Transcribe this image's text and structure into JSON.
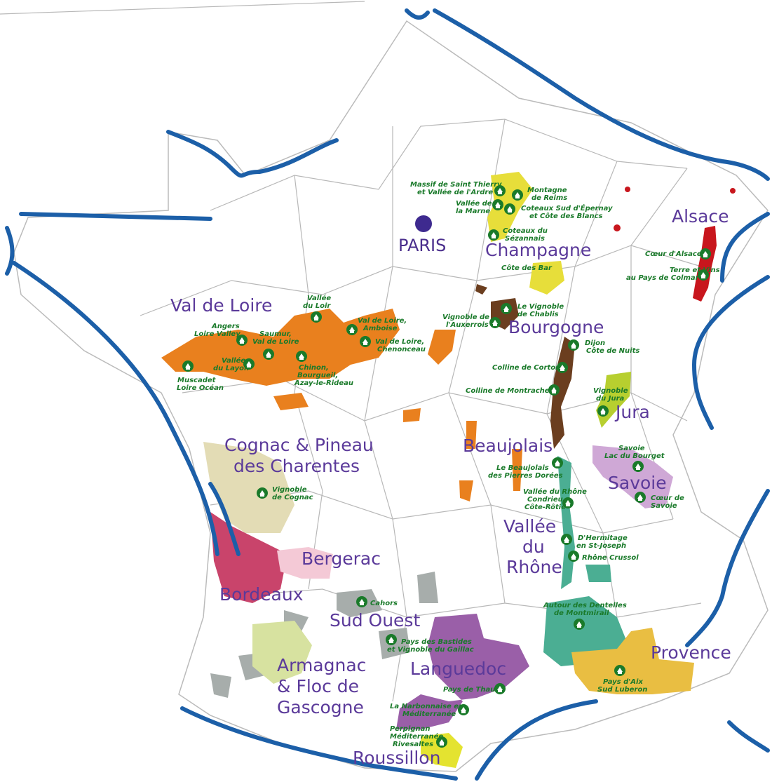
{
  "map": {
    "capital": "PARIS",
    "regions": [
      {
        "key": "alsace",
        "label": "Alsace",
        "color": "#c8161d"
      },
      {
        "key": "champagne",
        "label": "Champagne",
        "color": "#e7de3a"
      },
      {
        "key": "bourgogne",
        "label": "Bourgogne",
        "color": "#6b3e1f"
      },
      {
        "key": "val_de_loire",
        "label": "Val de Loire",
        "color": "#e9801e"
      },
      {
        "key": "jura",
        "label": "Jura",
        "color": "#b7cf2f"
      },
      {
        "key": "savoie",
        "label": "Savoie",
        "color": "#cfa8d6"
      },
      {
        "key": "beaujolais",
        "label": "Beaujolais",
        "color": "#e9801e"
      },
      {
        "key": "cognac",
        "label_line1": "Cognac & Pineau",
        "label_line2": "des Charentes",
        "color": "#e3dcb5"
      },
      {
        "key": "bergerac",
        "label": "Bergerac",
        "color": "#f4c9d6"
      },
      {
        "key": "bordeaux",
        "label": "Bordeaux",
        "color": "#c9446b"
      },
      {
        "key": "rhone",
        "label_line1": "Vallée",
        "label_line2": "du",
        "label_line3": "Rhône",
        "color": "#4bae93"
      },
      {
        "key": "sud_ouest",
        "label": "Sud Ouest",
        "color": "#a7adab"
      },
      {
        "key": "armagnac",
        "label_line1": "Armagnac",
        "label_line2": "& Floc de",
        "label_line3": "Gascogne",
        "color": "#d7e2a0"
      },
      {
        "key": "languedoc",
        "label": "Languedoc",
        "color": "#9a5fa8"
      },
      {
        "key": "provence",
        "label": "Provence",
        "color": "#e9be42"
      },
      {
        "key": "roussillon",
        "label": "Roussillon",
        "color": "#e4e330"
      }
    ],
    "sites": {
      "champagne_1": [
        "Massif de Saint Thierry",
        "et Vallée de l'Ardre"
      ],
      "champagne_2": [
        "Montagne",
        "de Reims"
      ],
      "champagne_3": [
        "Vallée de",
        "la Marne"
      ],
      "champagne_4": [
        "Coteaux Sud d'Épernay",
        "et Côte des Blancs"
      ],
      "champagne_5": [
        "Coteaux du",
        "Sézannais"
      ],
      "champagne_6": [
        "Côte des Bar"
      ],
      "alsace_1": [
        "Cœur d'Alsace"
      ],
      "alsace_2": [
        "Terre et Vins",
        "au Pays de Colmar"
      ],
      "bourgogne_1": [
        "Le Vignoble",
        "de Chablis"
      ],
      "bourgogne_2": [
        "Vignoble de",
        "l'Auxerrois"
      ],
      "bourgogne_3": [
        "Dijon",
        "Côte de Nuits"
      ],
      "bourgogne_4": [
        "Colline de Corton"
      ],
      "bourgogne_5": [
        "Colline de Montrachet"
      ],
      "loire_1": [
        "Vallée",
        "du Loir"
      ],
      "loire_2": [
        "Angers",
        "Loire Valley"
      ],
      "loire_3": [
        "Saumur,",
        "Val de Loire"
      ],
      "loire_4": [
        "Val de Loire,",
        "Amboise"
      ],
      "loire_5": [
        "Val de Loire,",
        "Chenonceau"
      ],
      "loire_6": [
        "Vallée",
        "du Layon"
      ],
      "loire_7": [
        "Muscadet",
        "Loire Océan"
      ],
      "loire_8": [
        "Chinon,",
        "Bourgueil,",
        "Azay-le-Rideau"
      ],
      "jura_1": [
        "Vignoble",
        "du Jura"
      ],
      "savoie_1": [
        "Savoie",
        "Lac du Bourget"
      ],
      "savoie_2": [
        "Cœur de",
        "Savoie"
      ],
      "beaujolais_1": [
        "Le Beaujolais",
        "des Pierres Dorées"
      ],
      "rhone_1": [
        "Vallée du Rhône",
        "Condrieu,",
        "Côte-Rôtie"
      ],
      "rhone_2": [
        "D'Hermitage",
        "en St-Joseph"
      ],
      "rhone_3": [
        "Rhône Crussol"
      ],
      "rhone_4": [
        "Autour des Dentelles",
        "de Montmirail"
      ],
      "cognac_1": [
        "Vignoble",
        "de Cognac"
      ],
      "sudouest_1": [
        "Cahors"
      ],
      "sudouest_2": [
        "Pays des Bastides",
        "et Vignoble du Gaillac"
      ],
      "languedoc_1": [
        "Pays de Thau"
      ],
      "languedoc_2": [
        "La Narbonnaise en",
        "Méditerranée"
      ],
      "roussillon_1": [
        "Perpignan",
        "Méditerranée",
        "Rivesaltes"
      ],
      "provence_1": [
        "Pays d'Aix",
        "Sud Luberon"
      ]
    }
  }
}
